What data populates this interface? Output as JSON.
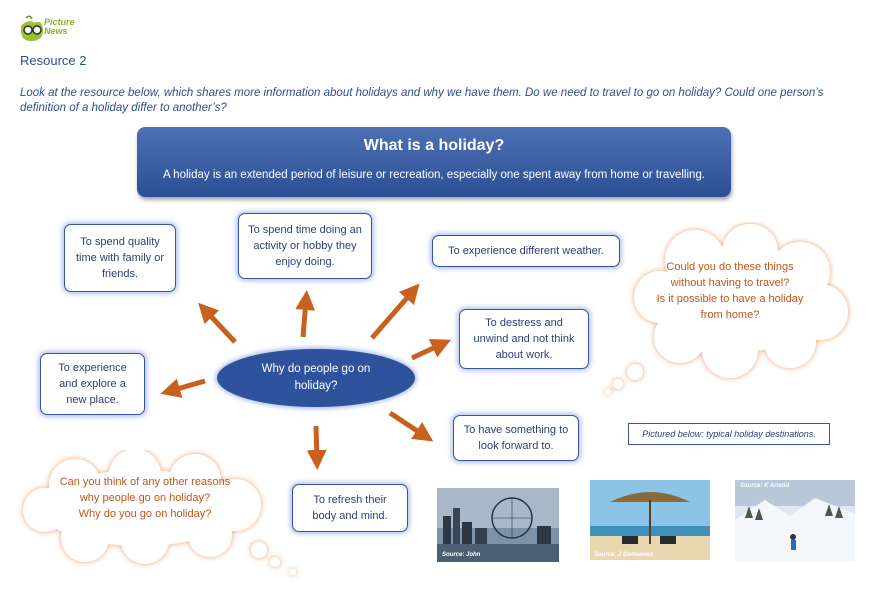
{
  "logo": {
    "text_line1": "Picture",
    "text_line2": "News",
    "icon": "apple-glasses-logo"
  },
  "resource_label": "Resource 2",
  "intro": "Look at the resource below, which shares more information about holidays and why we have them. Do we need to travel to go on holiday? Could one person’s definition of a holiday differ to another’s?",
  "banner": {
    "title": "What is a holiday?",
    "subtitle": "A holiday is an extended period of leisure or recreation, especially one spent away from home or travelling."
  },
  "centre": "Why do people go on holiday?",
  "reasons": {
    "quality_time": "To spend quality time with family or friends.",
    "activity": "To spend time doing an activity or hobby they enjoy doing.",
    "weather": "To experience different weather.",
    "destress": "To destress and unwind and not think about work.",
    "explore": "To experience and explore a new place.",
    "look_forward": "To have something to look forward to.",
    "refresh": "To refresh their body and mind."
  },
  "cloud_right": {
    "line1": "Could you do these things without having to travel?",
    "line2": "Is it possible to have a holiday from home?"
  },
  "cloud_left": {
    "line1": "Can you think of any other reasons why people go on holiday?",
    "line2": "Why do you go on holiday?"
  },
  "caption": "Pictured below: typical holiday destinations.",
  "photos": {
    "city_source": "Source: John",
    "beach_source": "Source: J Gonsalves",
    "snow_source": "Source: K Arnold"
  },
  "colors": {
    "accent_blue": "#2f529c",
    "arrow_orange": "#c8601e",
    "cloud_text": "#c0561c"
  }
}
